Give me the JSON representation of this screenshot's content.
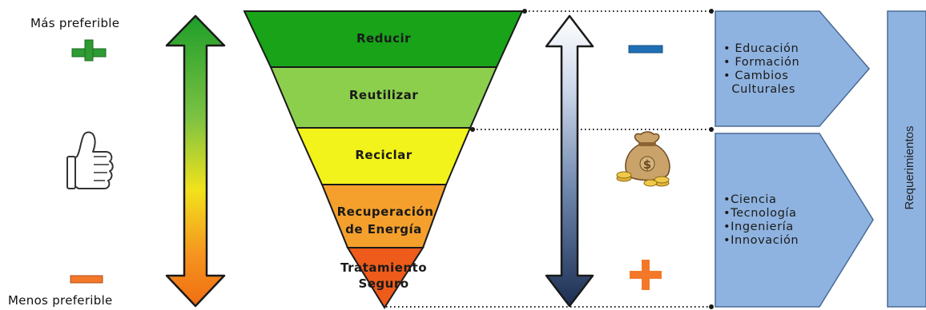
{
  "preference": {
    "top_label": "Más preferible",
    "bottom_label": "Menos preferible"
  },
  "pyramid": {
    "levels": [
      {
        "lines": [
          "Reducir"
        ],
        "color": "#18a318"
      },
      {
        "lines": [
          "Reutilizar"
        ],
        "color": "#8ccf4d"
      },
      {
        "lines": [
          "Reciclar"
        ],
        "color": "#f3f31c"
      },
      {
        "lines": [
          "Recuperación",
          "de Energía"
        ],
        "color": "#f5a02c"
      },
      {
        "lines": [
          "Tratamiento",
          "Seguro"
        ],
        "color": "#ee5b1a"
      }
    ]
  },
  "costs": {
    "top_sign": "minus",
    "bottom_sign": "plus",
    "icon": "money-bag-icon"
  },
  "groups": [
    {
      "items": [
        "• Educación",
        "• Formación",
        "• Cambios",
        "  Culturales"
      ]
    },
    {
      "items": [
        "•Ciencia",
        "•Tecnología",
        "•Ingeniería",
        "•Innovación"
      ]
    }
  ],
  "side_label": "Requerimientos",
  "colors": {
    "arrow_fill": "#8fb3e0",
    "arrow_stroke": "#4a6a94",
    "minus_blue": "#1f6fb5",
    "orange": "#f4782a",
    "green": "#2e9b33"
  }
}
